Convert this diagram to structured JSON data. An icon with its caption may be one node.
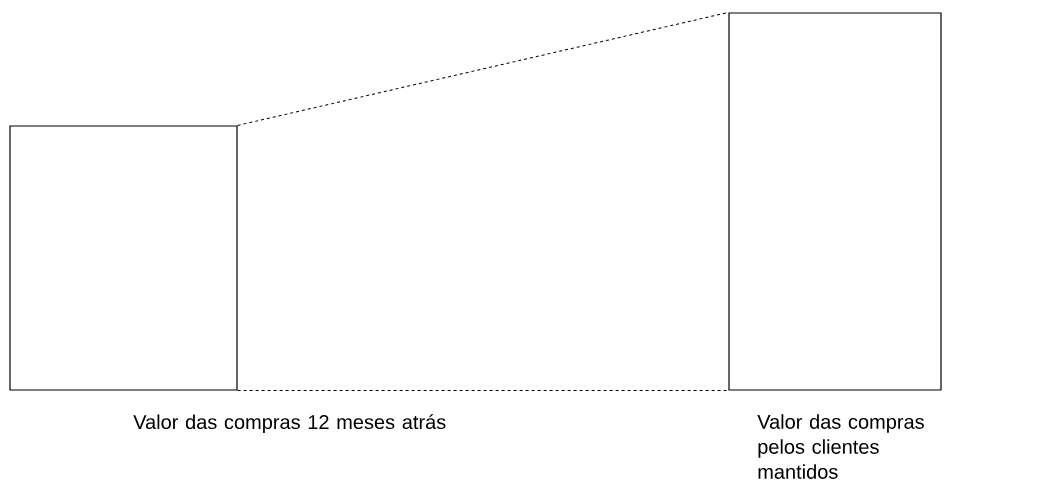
{
  "diagram": {
    "nodes": [
      {
        "text": [],
        "shape": "box",
        "beside": [
          "Valor das compras 12 meses atrás"
        ]
      },
      {
        "text": [],
        "shape": "box",
        "beside": [
          "Valor das compras pelos clientes mantidos"
        ]
      }
    ],
    "edges": [
      {
        "from": 0,
        "to": 1,
        "arrow": "none",
        "style": "dashed"
      },
      {
        "from": 0,
        "to": 1,
        "arrow": "none",
        "style": "dashed"
      }
    ]
  }
}
